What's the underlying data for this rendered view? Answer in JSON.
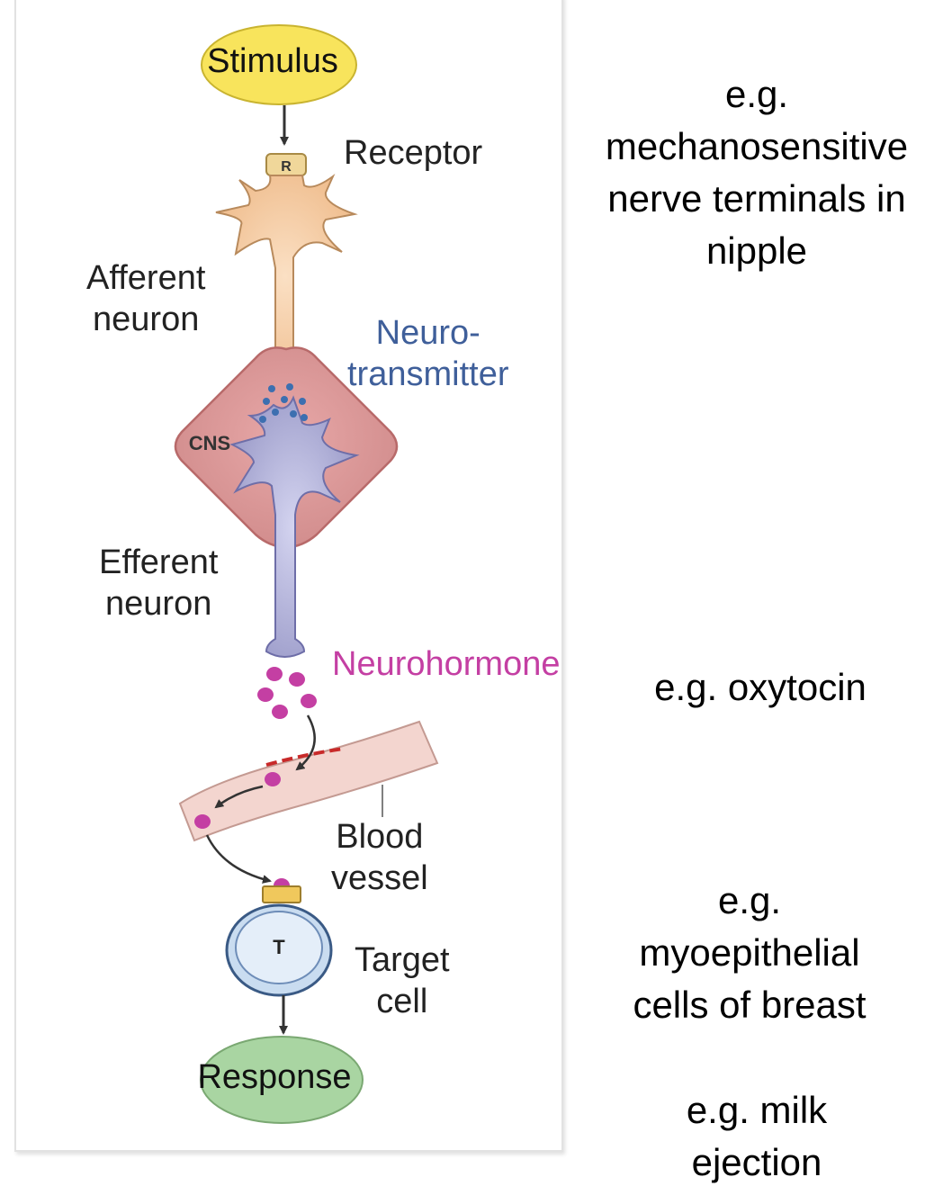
{
  "colors": {
    "stimulus_fill": "#f8e45c",
    "response_fill": "#a9d5a2",
    "afferent_fill": "#f3c69a",
    "cns_fill": "#d89898",
    "efferent_fill": "#a4a4d0",
    "neurotransmitter": "#3c6fb0",
    "neurohormone": "#c43fa3",
    "vessel_fill": "#f3d5cf",
    "target_fill": "#c9dcf0"
  },
  "diagram": {
    "stimulus": "Stimulus",
    "receptor_badge": "R",
    "receptor": "Receptor",
    "afferent_line1": "Afferent",
    "afferent_line2": "neuron",
    "neuro_line1": "Neuro-",
    "neuro_line2": "transmitter",
    "cns": "CNS",
    "efferent_line1": "Efferent",
    "efferent_line2": "neuron",
    "neurohormone": "Neurohormone",
    "blood_line1": "Blood",
    "blood_line2": "vessel",
    "target_badge": "T",
    "target_line1": "Target",
    "target_line2": "cell",
    "response": "Response"
  },
  "examples": {
    "receptor_lines": [
      "e.g.",
      "mechanosensitive",
      "nerve terminals in",
      "nipple"
    ],
    "neurohormone_line": "e.g. oxytocin",
    "target_lines": [
      "e.g.",
      "myoepithelial",
      "cells of breast"
    ],
    "response_lines": [
      "e.g. milk",
      "ejection"
    ]
  }
}
